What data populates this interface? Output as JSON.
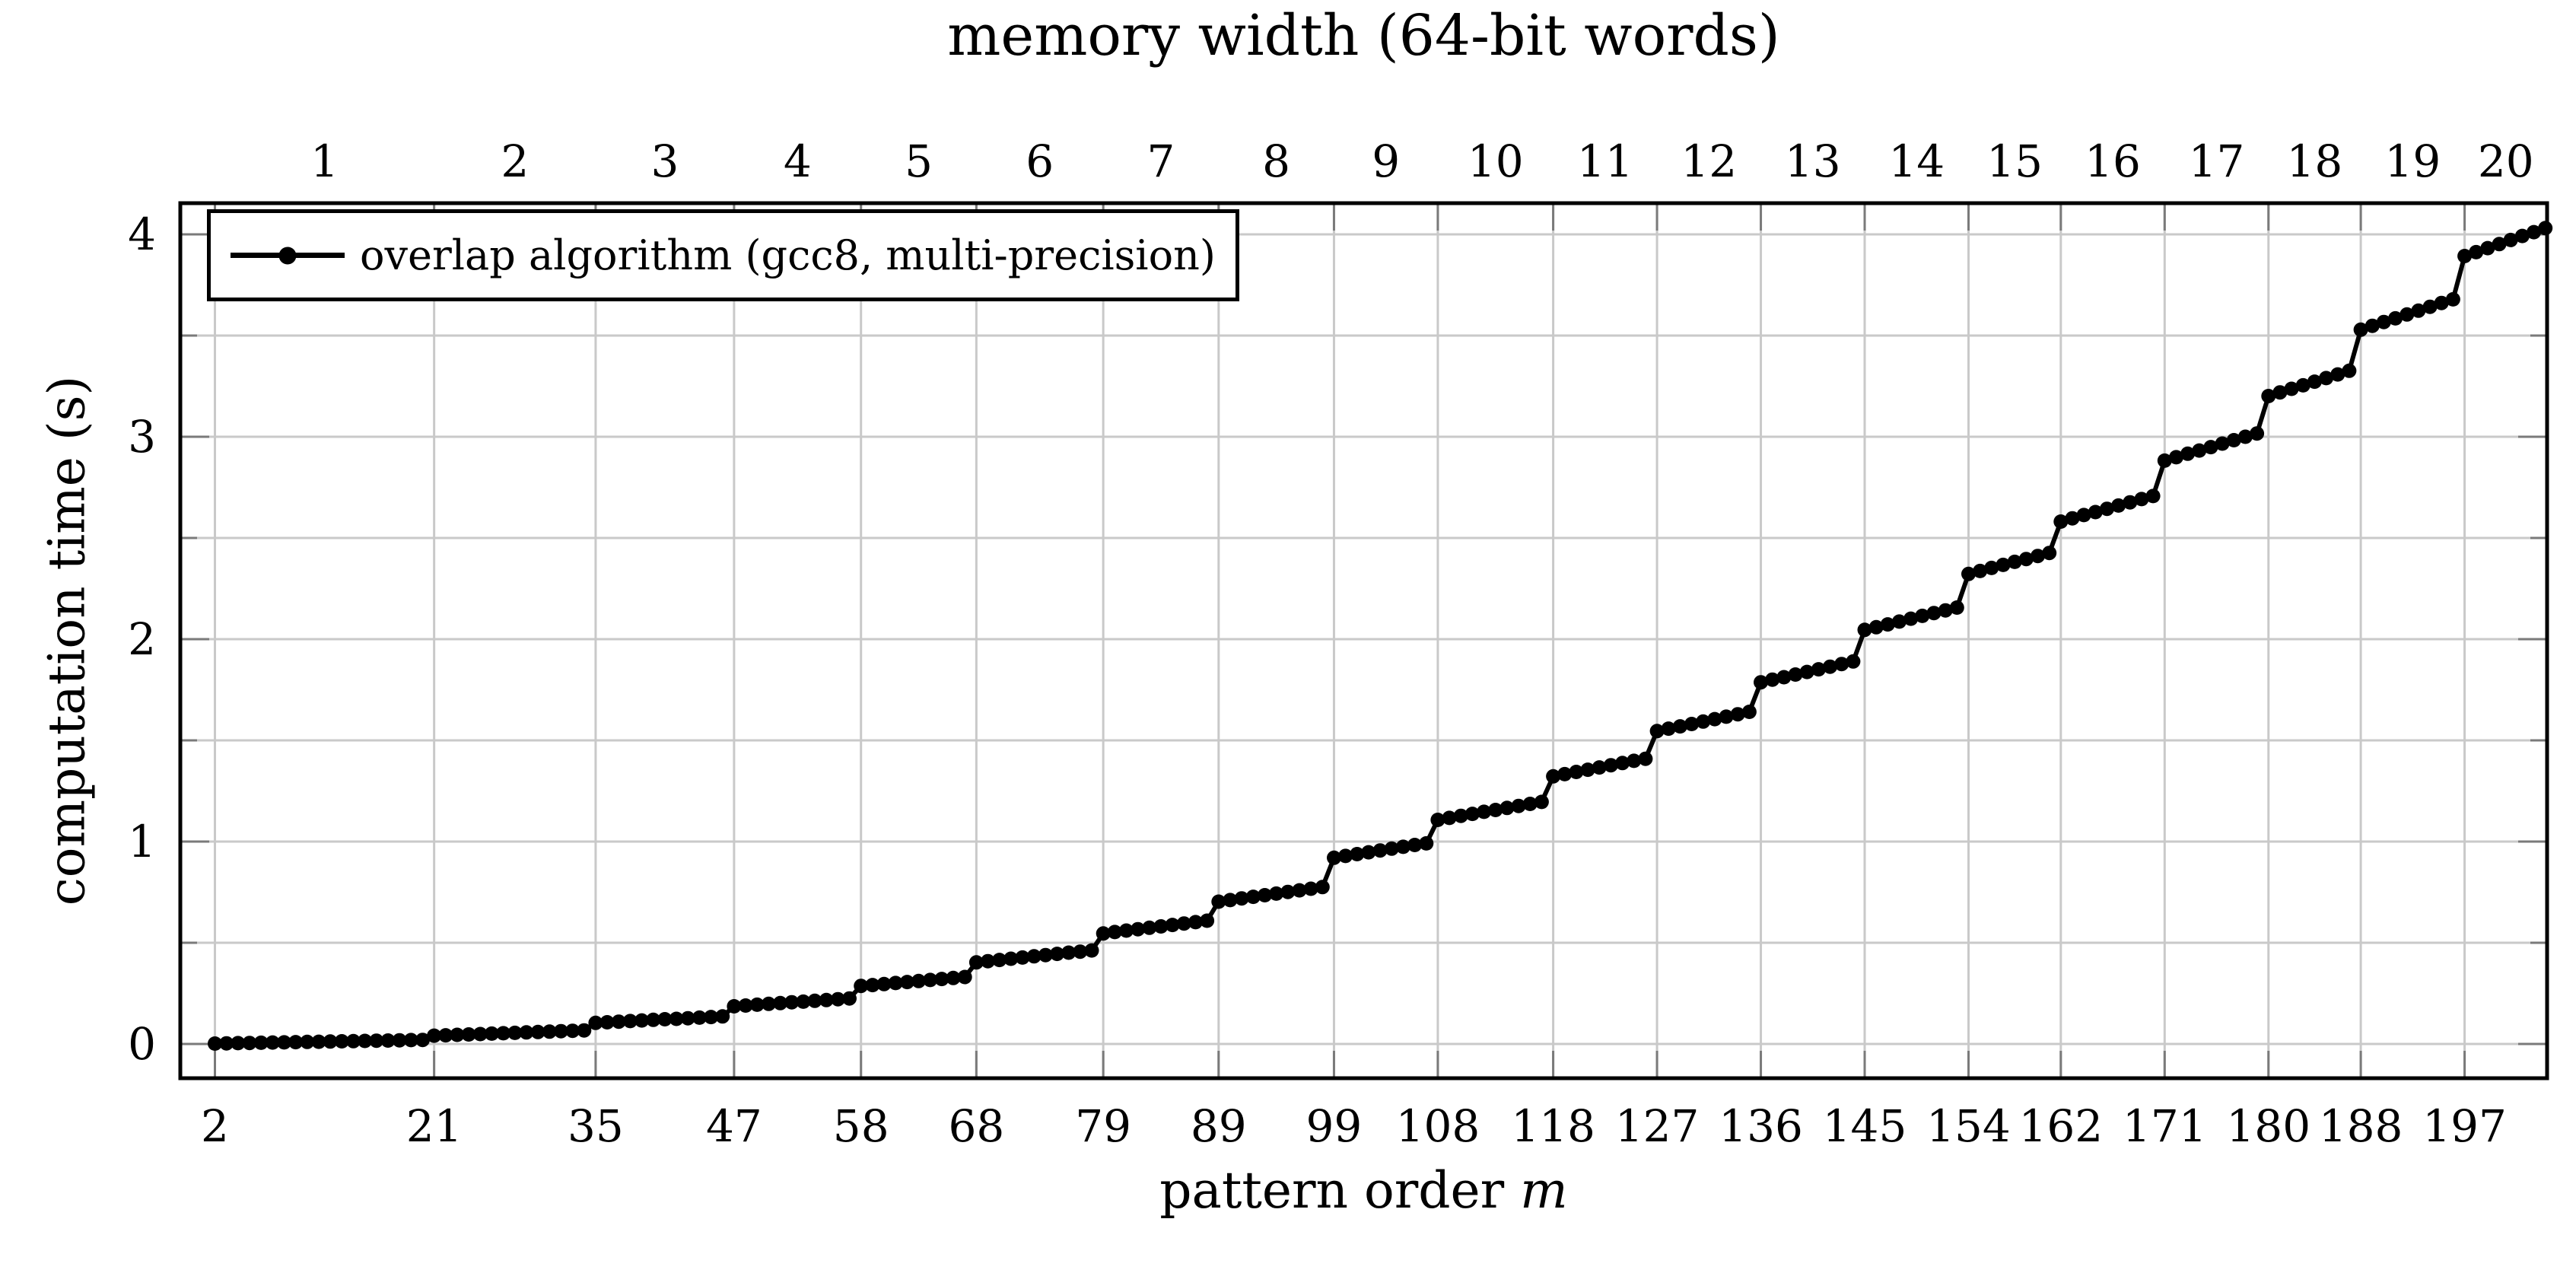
{
  "chart_data": {
    "type": "line",
    "top_axis_title": "memory width (64-bit words)",
    "xlabel_text": "pattern order ",
    "xlabel_var": "m",
    "ylabel": "computation time (s)",
    "legend": [
      {
        "label": "overlap algorithm (gcc8, multi-precision)",
        "color": "#000000",
        "marker": "filled-circle",
        "position": "north west"
      }
    ],
    "x_axis": {
      "bottom_tick_labels": [
        "2",
        "21",
        "35",
        "47",
        "58",
        "68",
        "79",
        "89",
        "99",
        "108",
        "118",
        "127",
        "136",
        "145",
        "154",
        "162",
        "171",
        "180",
        "188",
        "197"
      ],
      "boundaries_m": [
        2,
        21,
        35,
        47,
        58,
        68,
        79,
        89,
        99,
        108,
        118,
        127,
        136,
        145,
        154,
        162,
        171,
        180,
        188,
        197
      ],
      "top_tick_labels": [
        "1",
        "2",
        "3",
        "4",
        "5",
        "6",
        "7",
        "8",
        "9",
        "10",
        "11",
        "12",
        "13",
        "14",
        "15",
        "16",
        "17",
        "18",
        "19",
        "20"
      ],
      "range_m": [
        -1,
        204.15
      ],
      "grid": "vertical gridlines at each memory-width boundary"
    },
    "y_axis": {
      "tick_labels": [
        "0",
        "1",
        "2",
        "3",
        "4"
      ],
      "major_ticks": [
        0,
        1,
        2,
        3,
        4
      ],
      "minor_ticks": [
        0.5,
        1.5,
        2.5,
        3.5
      ],
      "range": [
        -0.17,
        4.15
      ],
      "gridline_step": 0.5
    },
    "series": [
      {
        "name": "overlap algorithm (gcc8, multi-precision)",
        "points": [
          [
            2,
            0.002
          ],
          [
            3,
            0.003
          ],
          [
            4,
            0.004
          ],
          [
            5,
            0.005
          ],
          [
            6,
            0.006
          ],
          [
            7,
            0.007
          ],
          [
            8,
            0.008
          ],
          [
            9,
            0.009
          ],
          [
            10,
            0.01
          ],
          [
            11,
            0.011
          ],
          [
            12,
            0.012
          ],
          [
            13,
            0.013
          ],
          [
            14,
            0.014
          ],
          [
            15,
            0.015
          ],
          [
            16,
            0.016
          ],
          [
            17,
            0.017
          ],
          [
            18,
            0.018
          ],
          [
            19,
            0.019
          ],
          [
            20,
            0.02
          ],
          [
            21,
            0.041
          ],
          [
            22,
            0.043
          ],
          [
            23,
            0.045
          ],
          [
            24,
            0.047
          ],
          [
            25,
            0.049
          ],
          [
            26,
            0.051
          ],
          [
            27,
            0.053
          ],
          [
            28,
            0.055
          ],
          [
            29,
            0.057
          ],
          [
            30,
            0.059
          ],
          [
            31,
            0.061
          ],
          [
            32,
            0.063
          ],
          [
            33,
            0.065
          ],
          [
            34,
            0.067
          ],
          [
            35,
            0.104
          ],
          [
            36,
            0.107
          ],
          [
            37,
            0.11
          ],
          [
            38,
            0.113
          ],
          [
            39,
            0.116
          ],
          [
            40,
            0.119
          ],
          [
            41,
            0.122
          ],
          [
            42,
            0.124
          ],
          [
            43,
            0.127
          ],
          [
            44,
            0.13
          ],
          [
            45,
            0.133
          ],
          [
            46,
            0.136
          ],
          [
            47,
            0.186
          ],
          [
            48,
            0.19
          ],
          [
            49,
            0.194
          ],
          [
            50,
            0.198
          ],
          [
            51,
            0.202
          ],
          [
            52,
            0.206
          ],
          [
            53,
            0.209
          ],
          [
            54,
            0.213
          ],
          [
            55,
            0.217
          ],
          [
            56,
            0.221
          ],
          [
            57,
            0.225
          ],
          [
            58,
            0.287
          ],
          [
            59,
            0.291
          ],
          [
            60,
            0.296
          ],
          [
            61,
            0.301
          ],
          [
            62,
            0.306
          ],
          [
            63,
            0.311
          ],
          [
            64,
            0.316
          ],
          [
            65,
            0.321
          ],
          [
            66,
            0.326
          ],
          [
            67,
            0.331
          ],
          [
            68,
            0.403
          ],
          [
            69,
            0.409
          ],
          [
            70,
            0.415
          ],
          [
            71,
            0.421
          ],
          [
            72,
            0.427
          ],
          [
            73,
            0.433
          ],
          [
            74,
            0.439
          ],
          [
            75,
            0.445
          ],
          [
            76,
            0.451
          ],
          [
            77,
            0.456
          ],
          [
            78,
            0.462
          ],
          [
            79,
            0.546
          ],
          [
            80,
            0.553
          ],
          [
            81,
            0.56
          ],
          [
            82,
            0.567
          ],
          [
            83,
            0.574
          ],
          [
            84,
            0.581
          ],
          [
            85,
            0.588
          ],
          [
            86,
            0.595
          ],
          [
            87,
            0.602
          ],
          [
            88,
            0.609
          ],
          [
            89,
            0.703
          ],
          [
            90,
            0.711
          ],
          [
            91,
            0.719
          ],
          [
            92,
            0.727
          ],
          [
            93,
            0.735
          ],
          [
            94,
            0.743
          ],
          [
            95,
            0.751
          ],
          [
            96,
            0.759
          ],
          [
            97,
            0.767
          ],
          [
            98,
            0.775
          ],
          [
            99,
            0.92
          ],
          [
            100,
            0.929
          ],
          [
            101,
            0.938
          ],
          [
            102,
            0.947
          ],
          [
            103,
            0.956
          ],
          [
            104,
            0.965
          ],
          [
            105,
            0.974
          ],
          [
            106,
            0.983
          ],
          [
            107,
            0.991
          ],
          [
            108,
            1.107
          ],
          [
            109,
            1.117
          ],
          [
            110,
            1.127
          ],
          [
            111,
            1.137
          ],
          [
            112,
            1.147
          ],
          [
            113,
            1.156
          ],
          [
            114,
            1.166
          ],
          [
            115,
            1.176
          ],
          [
            116,
            1.186
          ],
          [
            117,
            1.196
          ],
          [
            118,
            1.322
          ],
          [
            119,
            1.333
          ],
          [
            120,
            1.344
          ],
          [
            121,
            1.355
          ],
          [
            122,
            1.366
          ],
          [
            123,
            1.377
          ],
          [
            124,
            1.388
          ],
          [
            125,
            1.399
          ],
          [
            126,
            1.409
          ],
          [
            127,
            1.546
          ],
          [
            128,
            1.558
          ],
          [
            129,
            1.569
          ],
          [
            130,
            1.581
          ],
          [
            131,
            1.593
          ],
          [
            132,
            1.605
          ],
          [
            133,
            1.617
          ],
          [
            134,
            1.629
          ],
          [
            135,
            1.641
          ],
          [
            136,
            1.787
          ],
          [
            137,
            1.8
          ],
          [
            138,
            1.812
          ],
          [
            139,
            1.825
          ],
          [
            140,
            1.838
          ],
          [
            141,
            1.851
          ],
          [
            142,
            1.864
          ],
          [
            143,
            1.877
          ],
          [
            144,
            1.89
          ],
          [
            145,
            2.046
          ],
          [
            146,
            2.059
          ],
          [
            147,
            2.073
          ],
          [
            148,
            2.087
          ],
          [
            149,
            2.101
          ],
          [
            150,
            2.115
          ],
          [
            151,
            2.129
          ],
          [
            152,
            2.142
          ],
          [
            153,
            2.156
          ],
          [
            154,
            2.322
          ],
          [
            155,
            2.337
          ],
          [
            156,
            2.352
          ],
          [
            157,
            2.367
          ],
          [
            158,
            2.382
          ],
          [
            159,
            2.396
          ],
          [
            160,
            2.411
          ],
          [
            161,
            2.426
          ],
          [
            162,
            2.581
          ],
          [
            163,
            2.597
          ],
          [
            164,
            2.613
          ],
          [
            165,
            2.628
          ],
          [
            166,
            2.644
          ],
          [
            167,
            2.66
          ],
          [
            168,
            2.676
          ],
          [
            169,
            2.692
          ],
          [
            170,
            2.707
          ],
          [
            171,
            2.882
          ],
          [
            172,
            2.899
          ],
          [
            173,
            2.916
          ],
          [
            174,
            2.932
          ],
          [
            175,
            2.949
          ],
          [
            176,
            2.966
          ],
          [
            177,
            2.983
          ],
          [
            178,
            3.0
          ],
          [
            179,
            3.016
          ],
          [
            180,
            3.201
          ],
          [
            181,
            3.219
          ],
          [
            182,
            3.237
          ],
          [
            183,
            3.254
          ],
          [
            184,
            3.272
          ],
          [
            185,
            3.29
          ],
          [
            186,
            3.308
          ],
          [
            187,
            3.326
          ],
          [
            188,
            3.529
          ],
          [
            189,
            3.548
          ],
          [
            190,
            3.567
          ],
          [
            191,
            3.585
          ],
          [
            192,
            3.604
          ],
          [
            193,
            3.623
          ],
          [
            194,
            3.642
          ],
          [
            195,
            3.661
          ],
          [
            196,
            3.679
          ],
          [
            197,
            3.893
          ],
          [
            198,
            3.912
          ],
          [
            199,
            3.932
          ],
          [
            200,
            3.952
          ],
          [
            201,
            3.972
          ],
          [
            202,
            3.992
          ],
          [
            203,
            4.011
          ],
          [
            204,
            4.031
          ]
        ]
      }
    ],
    "colors": {
      "line": "#000000",
      "marker": "#000000",
      "grid": "#c9c9c9",
      "tick": "#7a7a7a",
      "axis_frame": "#000000",
      "text": "#000000",
      "background": "#ffffff"
    }
  }
}
